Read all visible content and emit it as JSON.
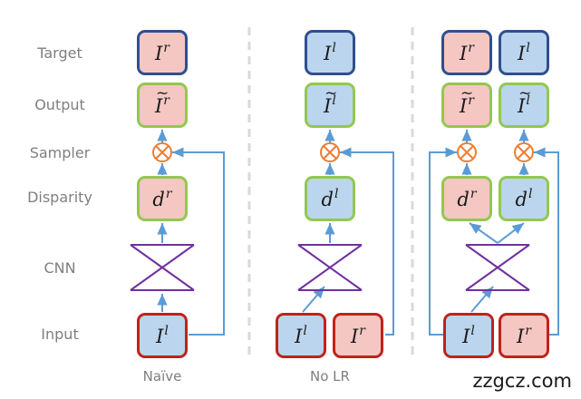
{
  "row_labels": {
    "target": "Target",
    "output": "Output",
    "sampler": "Sampler",
    "disparity": "Disparity",
    "cnn": "CNN",
    "input": "Input"
  },
  "column_labels": {
    "naive": "Naïve",
    "no_lr": "No LR"
  },
  "symbols": {
    "I": "I",
    "d": "d",
    "r": "r",
    "l": "l",
    "tilde": "~"
  },
  "watermark": "zzgcz.com",
  "colors": {
    "right_fill": "#f4c7c3",
    "left_fill": "#bcd5ee",
    "target_edge": "#2f4f8f",
    "output_edge": "#92c84f",
    "input_edge": "#c0221b",
    "arrow": "#5b9bd5",
    "cnn": "#7030a0",
    "sampler": "#ed7d31",
    "divider": "#d9d9d9"
  }
}
